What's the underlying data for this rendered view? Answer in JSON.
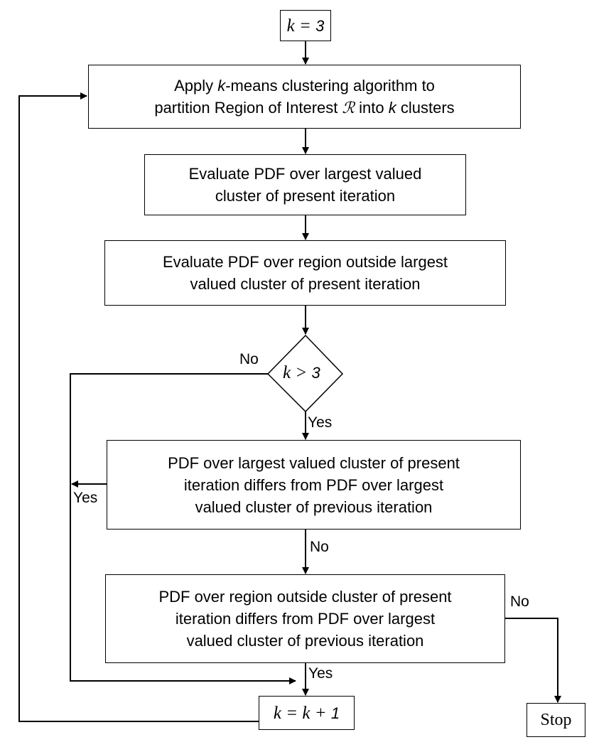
{
  "nodes": {
    "start": {
      "var": "k",
      "op": "=",
      "val": "3"
    },
    "apply": {
      "line1_pre": "Apply ",
      "line1_var": "k",
      "line1_post": "-means clustering algorithm to",
      "line2_pre": "partition Region of Interest ",
      "line2_sym": "ℛ",
      "line2_mid": " into ",
      "line2_var": "k",
      "line2_post": " clusters"
    },
    "eval_largest": {
      "line1": "Evaluate PDF over largest valued",
      "line2": "cluster of present iteration"
    },
    "eval_outside": {
      "line1": "Evaluate PDF over region outside largest",
      "line2": "valued cluster of present iteration"
    },
    "decision": {
      "var": "k",
      "op": ">",
      "val": "3"
    },
    "compare1": {
      "line1": "PDF over largest valued cluster of present",
      "line2": "iteration differs from PDF over largest",
      "line3": "valued cluster of previous iteration"
    },
    "compare2": {
      "line1": "PDF over region outside cluster of present",
      "line2": "iteration differs from PDF over largest",
      "line3": "valued cluster of previous iteration"
    },
    "increment": {
      "var": "k",
      "op1": "=",
      "var2": "k",
      "op2": "+",
      "val": "1"
    },
    "stop": {
      "label": "Stop"
    }
  },
  "edge_labels": {
    "decision_no": "No",
    "decision_yes": "Yes",
    "compare1_yes": "Yes",
    "compare1_no": "No",
    "compare2_no": "No",
    "compare2_yes": "Yes"
  }
}
